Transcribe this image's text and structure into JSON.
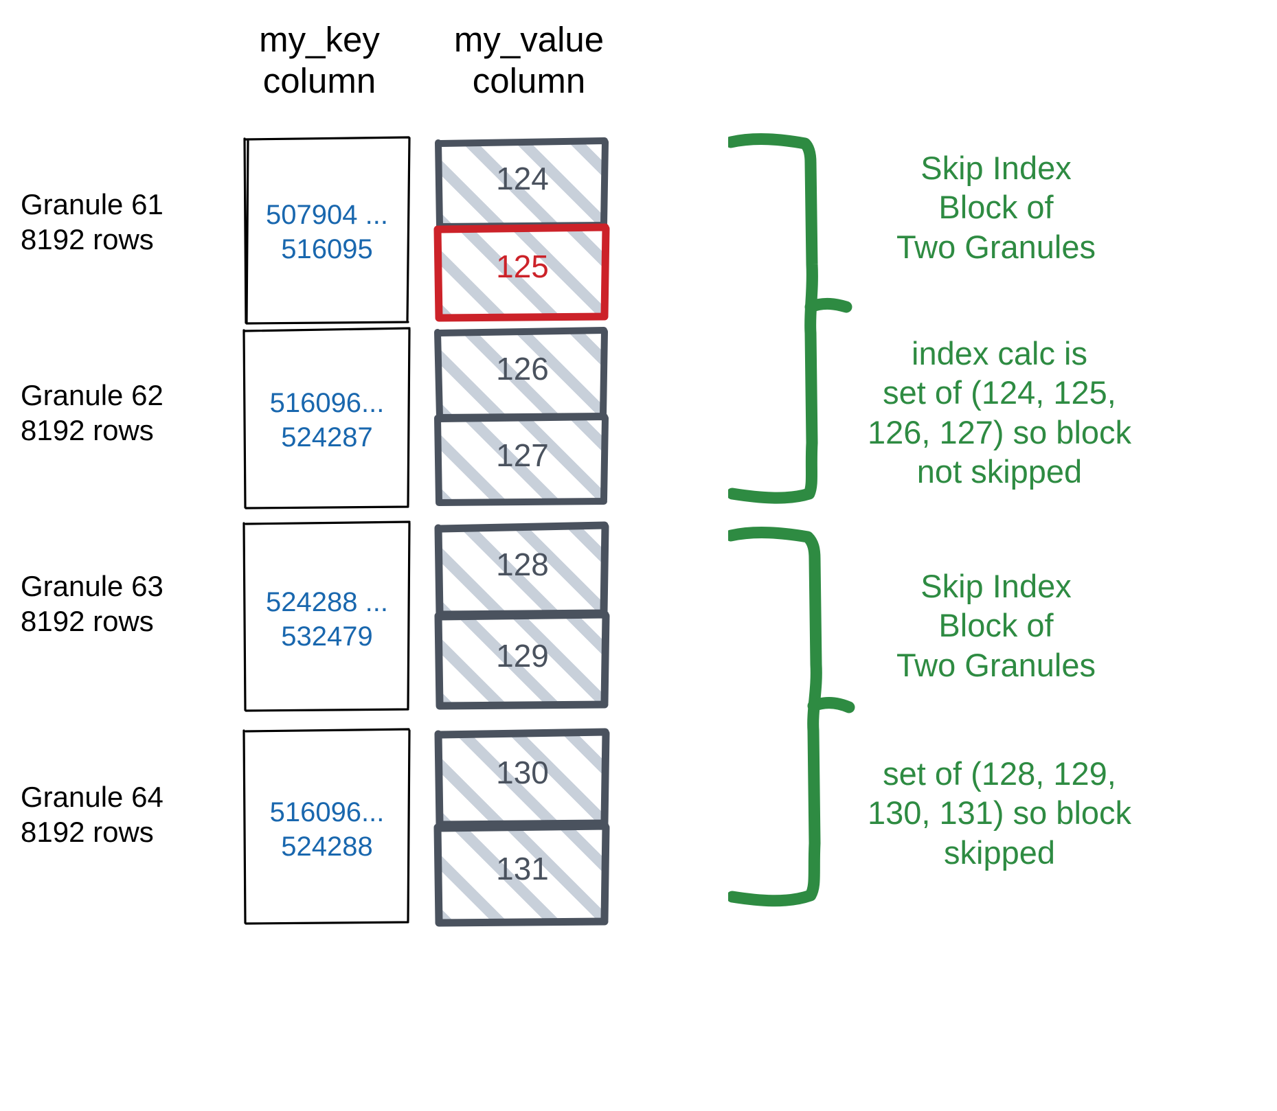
{
  "headers": {
    "key_column": "my_key\ncolumn",
    "value_column": "my_value\ncolumn"
  },
  "colors": {
    "key_text": "#1967AE",
    "value_text": "#4A525E",
    "highlight_red": "#CC2229",
    "annotation_green": "#2E8B42",
    "box_outline": "#000000",
    "value_box_outline": "#4A525E",
    "hatch": "#C5CDD8"
  },
  "rows": [
    {
      "label": "Granule 61\n8192 rows",
      "key_range": "507904 ...\n516095",
      "values": [
        {
          "text": "124",
          "highlighted": false
        },
        {
          "text": "125",
          "highlighted": true
        }
      ]
    },
    {
      "label": "Granule 62\n8192 rows",
      "key_range": "516096...\n524287",
      "values": [
        {
          "text": "126",
          "highlighted": false
        },
        {
          "text": "127",
          "highlighted": false
        }
      ]
    },
    {
      "label": "Granule 63\n8192 rows",
      "key_range": "524288 ...\n532479",
      "values": [
        {
          "text": "128",
          "highlighted": false
        },
        {
          "text": "129",
          "highlighted": false
        }
      ]
    },
    {
      "label": "Granule 64\n8192 rows",
      "key_range": "516096...\n524288",
      "values": [
        {
          "text": "130",
          "highlighted": false
        },
        {
          "text": "131",
          "highlighted": false
        }
      ]
    }
  ],
  "annotations": [
    {
      "text": "Skip Index\nBlock of\nTwo Granules"
    },
    {
      "text": "index calc is\nset of (124, 125,\n126, 127) so block\nnot skipped"
    },
    {
      "text": "Skip Index\nBlock of\nTwo Granules"
    },
    {
      "text": "set of (128, 129,\n130, 131) so block\nskipped"
    }
  ]
}
